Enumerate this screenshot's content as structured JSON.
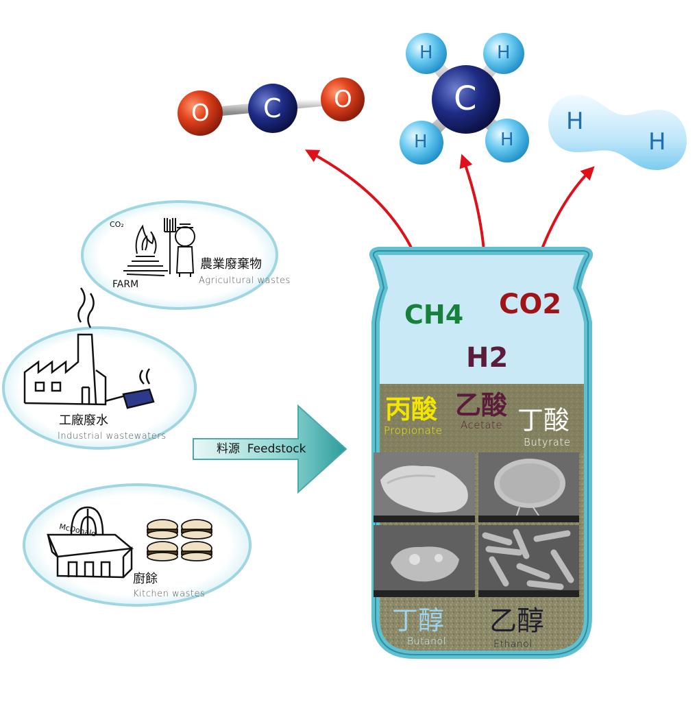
{
  "molecules": {
    "co2": {
      "atoms": [
        "O",
        "C",
        "O"
      ]
    },
    "ch4": {
      "center": "C",
      "atoms": [
        "H",
        "H",
        "H",
        "H"
      ]
    },
    "h2": {
      "atoms": [
        "H",
        "H"
      ]
    }
  },
  "jar": {
    "gases": {
      "ch4": "CH4",
      "co2": "CO2",
      "h2": "H2"
    },
    "products": [
      {
        "zh": "丙酸",
        "en": "Propionate",
        "color": "#f2e600"
      },
      {
        "zh": "乙酸",
        "en": "Acetate",
        "color": "#5a1c3a"
      },
      {
        "zh": "丁酸",
        "en": "Butyrate",
        "color": "#ffffff"
      },
      {
        "zh": "丁醇",
        "en": "Butanol",
        "color": "#9fd4ee"
      },
      {
        "zh": "乙醇",
        "en": "Ethanol",
        "color": "#1e1e2e"
      }
    ]
  },
  "sources": [
    {
      "zh": "農業廢棄物",
      "en": "Agricultural wastes",
      "sketch": {
        "co2": "CO₂",
        "farm": "FARM"
      }
    },
    {
      "zh": "工廠廢水",
      "en": "Industrial wastewaters"
    },
    {
      "zh": "廚餘",
      "en": "Kitchen wastes",
      "sketch": {
        "sign": "McDonald"
      }
    }
  ],
  "feedstock_arrow": {
    "label": "料源  Feedstock"
  },
  "colors": {
    "arrow_red": "#e0101a",
    "jar_liquid": "#8c8a6a",
    "jar_gas": "#c9e9f6",
    "jar_border": "#5fc0d0",
    "bubble_edge": "#9fd6e2"
  }
}
